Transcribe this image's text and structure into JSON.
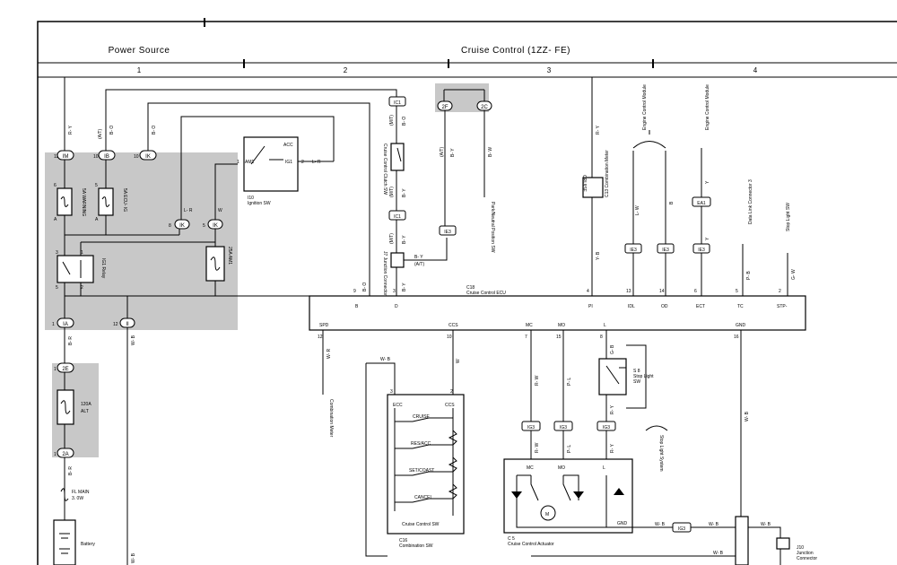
{
  "header": {
    "power_source": "Power Source",
    "cruise_control": "Cruise Control (1ZZ- FE)",
    "columns": [
      "1",
      "2",
      "3",
      "4"
    ]
  },
  "wires": {
    "r_y": "R- Y",
    "at": "(A/T)",
    "mt": "(M/T)",
    "b_o": "B- O",
    "l_r": "L- R",
    "w": "W",
    "b_y": "B- Y",
    "b_w": "B- W",
    "l_w": "L- W",
    "b": "B",
    "y": "Y",
    "y_b": "Y- B",
    "p_b": "P- B",
    "g_w": "G- W",
    "b_r": "B- R",
    "w_b": "W- B",
    "w_r": "W- R",
    "r_w": "R- W",
    "p_l": "P- L",
    "g_b": "G- B",
    "b_y_at": "B- Y"
  },
  "connectors": {
    "im": "IM",
    "ib": "IB",
    "ik": "IK",
    "ia": "IA",
    "ii": "II",
    "ic1": "IC1",
    "ie3": "IE3",
    "ig3": "IG3",
    "ea1": "EA1",
    "2f": "2F",
    "2c": "2C",
    "2e": "2E",
    "2a": "2A"
  },
  "fuses": {
    "warning": "5A WARNING",
    "ecu_ig": "5A ECU- IG",
    "am1": "25A AM1",
    "alt": "120A",
    "alt2": "ALT",
    "fl_main": "FL MAIN",
    "fl_main2": "3. 0W"
  },
  "components": {
    "ig1_relay": "IG1 Relay",
    "ignition_sw": "I10",
    "ignition_sw2": "Ignition SW",
    "am1": "AM1",
    "acc": "ACC",
    "ig1": "IG1",
    "clutch_sw": "Cruise Control Clutch SW",
    "junction_conn": "J7 Junction Connector",
    "pn_sw": "Park/Neutral Position SW",
    "combo_meter": "C13 Combination Meter",
    "cruise_lamp": "CRUISE",
    "engine_ecu": "Engine Control Module",
    "engine_ecu2": "Engine Control Module",
    "dlc": "Data Link Connector 3",
    "stop_sw": "Stop Light SW",
    "ecu_name": "C18",
    "ecu_name2": "Cruise Control ECU",
    "combo_meter_arrow": "Combination Meter",
    "combo_sw_label": "C16",
    "combo_sw_label2": "Combination SW",
    "cruise_sw_title": "Cruise Control SW",
    "actuator_label": "C 5",
    "actuator_label2": "Cruise Control Actuator",
    "stop_light_sw": "S 8",
    "stop_light_sw2": "Stop Light",
    "stop_light_sw3": "SW",
    "stop_system": "Stop Light System",
    "junction_j10": "J10",
    "junction_j10b": "Junction",
    "junction_j10c": "Connector",
    "battery": "Battery"
  },
  "ecu_pins": {
    "top": [
      "B",
      "D",
      "PI",
      "IDL",
      "OD",
      "ECT",
      "TC",
      "STP-"
    ],
    "top_nums": [
      "9",
      "3",
      "4",
      "13",
      "14",
      "6",
      "5",
      "2"
    ],
    "bottom": [
      "SPD",
      "CCS",
      "MC",
      "MO",
      "L",
      "GND"
    ],
    "bottom_nums": [
      "12",
      "10",
      "7",
      "15",
      "8",
      "16"
    ]
  },
  "switch": {
    "ecc": "ECC",
    "ccs": "CCS",
    "cruise": "CRUISE",
    "res_acc": "RES/ACC",
    "set_coast": "SET/COAST",
    "cancel": "CANCEL"
  },
  "actuator": {
    "mc": "MC",
    "mo": "MO",
    "l": "L",
    "gnd": "GND",
    "m": "M"
  }
}
